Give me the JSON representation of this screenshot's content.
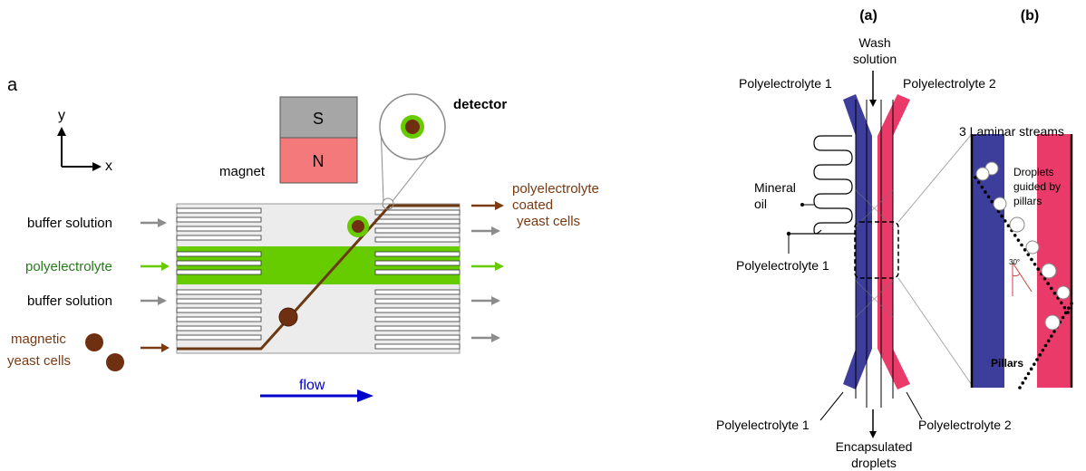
{
  "left_panel": {
    "panel_letter": "a",
    "axis_y": "y",
    "axis_x": "x",
    "magnet_s": "S",
    "magnet_n": "N",
    "magnet_label": "magnet",
    "detector_label": "detector",
    "buffer_top": "buffer solution",
    "polyelectrolyte": "polyelectrolyte",
    "buffer_bottom": "buffer solution",
    "magnetic_line1": "magnetic",
    "magnetic_line2": "yeast cells",
    "output_line1": "polyelectrolyte",
    "output_line2": "coated",
    "output_line3": "yeast cells",
    "flow_label": "flow",
    "colors": {
      "channel_bg": "#ececec",
      "green": "#66cc00",
      "brown": "#6b3a14",
      "cell": "#6e3010",
      "magnet_s": "#a6a6a6",
      "magnet_n": "#f4797a",
      "flow_arrow": "#0000cc",
      "grey_arrow": "#8c8c8c",
      "text_green": "#267a1a",
      "text_brown": "#7a3a12"
    }
  },
  "right_panel": {
    "label_a": "(a)",
    "label_b": "(b)",
    "wash_line1": "Wash",
    "wash_line2": "solution",
    "poly1_top": "Polyelectrolyte 1",
    "poly2_top": "Polyelectrolyte 2",
    "mineral_line1": "Mineral",
    "mineral_line2": "oil",
    "poly1_mid": "Polyelectrolyte 1",
    "poly1_bottom": "Polyelectrolyte 1",
    "poly2_bottom": "Polyelectrolyte 2",
    "encap_line1": "Encapsulated",
    "encap_line2": "droplets",
    "laminar": "3 Laminar streams",
    "droplets_line1": "Droplets",
    "droplets_line2": "guided by",
    "droplets_line3": "pillars",
    "angle": "30°",
    "pillars": "Pillars",
    "colors": {
      "blue": "#3d3d9c",
      "pink": "#ea3a6a",
      "white_stream": "#ffffff"
    }
  }
}
